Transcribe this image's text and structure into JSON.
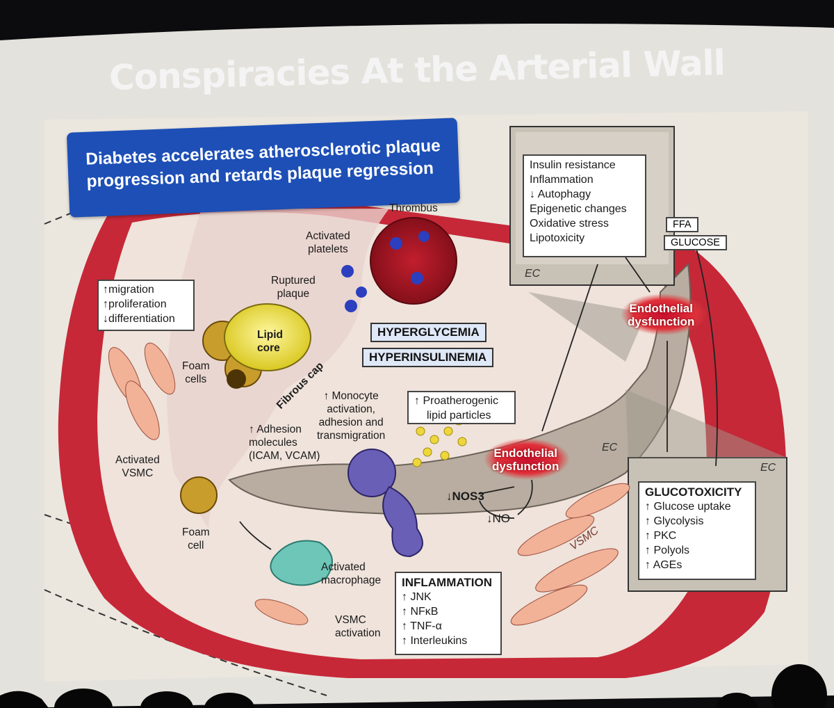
{
  "title": "Conspiracies At the Arterial Wall",
  "banner": {
    "line1": "Diabetes accelerates atherosclerotic plaque",
    "line2": "progression and retards plaque regression"
  },
  "top_right_box": {
    "items": [
      "Insulin resistance",
      "Inflammation",
      "↓ Autophagy",
      "Epigenetic changes",
      "Oxidative stress",
      "Lipotoxicity"
    ],
    "ffa": "FFA",
    "glucose": "GLUCOSE",
    "ec": "EC"
  },
  "vsmc_box": {
    "items": [
      "↑migration",
      "↑proliferation",
      "↓differentiation"
    ]
  },
  "labels": {
    "thrombus": "Thrombus",
    "activated_platelets": [
      "Activated",
      "platelets"
    ],
    "ruptured_plaque": [
      "Ruptured",
      "plaque"
    ],
    "lipid_core": [
      "Lipid",
      "core"
    ],
    "fibrous_cap": "Fibrous cap",
    "foam_cells": [
      "Foam",
      "cells"
    ],
    "activated_vsmc": [
      "Activated",
      "VSMC"
    ],
    "adhesion": [
      "↑ Adhesion",
      "molecules",
      "(ICAM, VCAM)"
    ],
    "monocyte": [
      "↑ Monocyte",
      "activation,",
      "adhesion and",
      "transmigration"
    ],
    "foam_cell": [
      "Foam",
      "cell"
    ],
    "activated_macrophage": [
      "Activated",
      "macrophage"
    ],
    "vsmc_activation": [
      "VSMC",
      "activation"
    ],
    "nos3": "↓NOS3",
    "no": "↓NO",
    "ec_mid": "EC",
    "ec_wall": "VSMC"
  },
  "conditions": [
    "HYPERGLYCEMIA",
    "HYPERINSULINEMIA"
  ],
  "proatherogenic_box": {
    "items": [
      "↑ Proatherogenic",
      "lipid particles"
    ]
  },
  "endothelial_dysfunction": [
    "Endothelial",
    "dysfunction"
  ],
  "glucotoxicity_box": {
    "header": "GLUCOTOXICITY",
    "items": [
      "↑ Glucose uptake",
      "↑ Glycolysis",
      "↑ PKC",
      "↑ Polyols",
      "↑ AGEs"
    ],
    "ec": "EC"
  },
  "inflammation_box": {
    "header": "INFLAMMATION",
    "items": [
      "↑ JNK",
      "↑ NFκB",
      "↑ TNF-α",
      "↑ Interleukins"
    ]
  }
}
